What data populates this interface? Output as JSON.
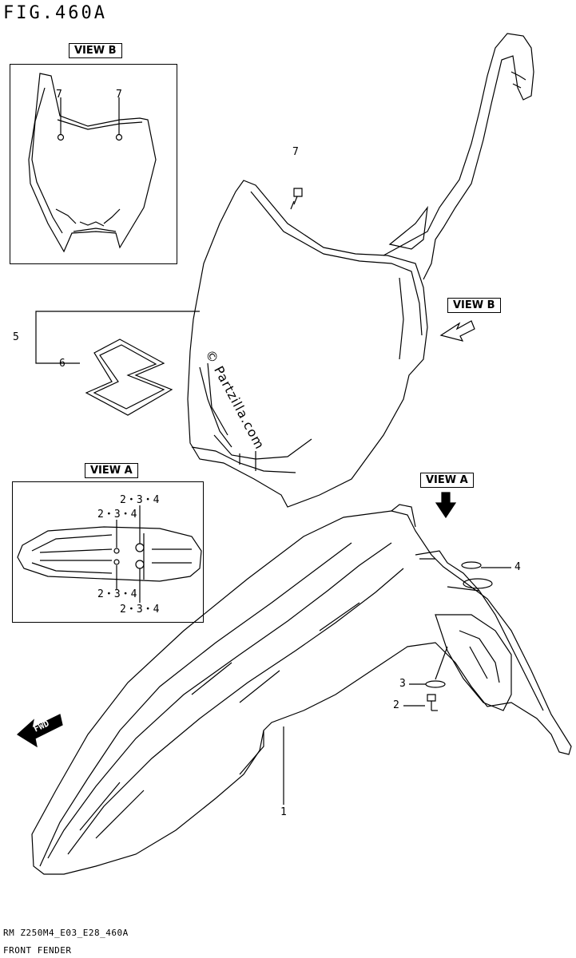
{
  "figure": {
    "title": "FIG.460A"
  },
  "views": {
    "view_b_label": "VIEW B",
    "view_a_label": "VIEW A"
  },
  "callouts": {
    "c7_left": "7",
    "c7_right": "7",
    "c7_bolt": "7",
    "c5": "5",
    "c6": "6",
    "c234_a": "2・3・4",
    "c234_b": "2・3・4",
    "c234_c": "2・3・4",
    "c234_d": "2・3・4",
    "c4": "4",
    "c3": "3",
    "c2": "2",
    "c1": "1"
  },
  "fwd_label": "FWD",
  "watermark": "© Partzilla.com",
  "footer": {
    "model_code": "RM Z250M4_E03_E28_460A",
    "caption": "FRONT FENDER"
  }
}
